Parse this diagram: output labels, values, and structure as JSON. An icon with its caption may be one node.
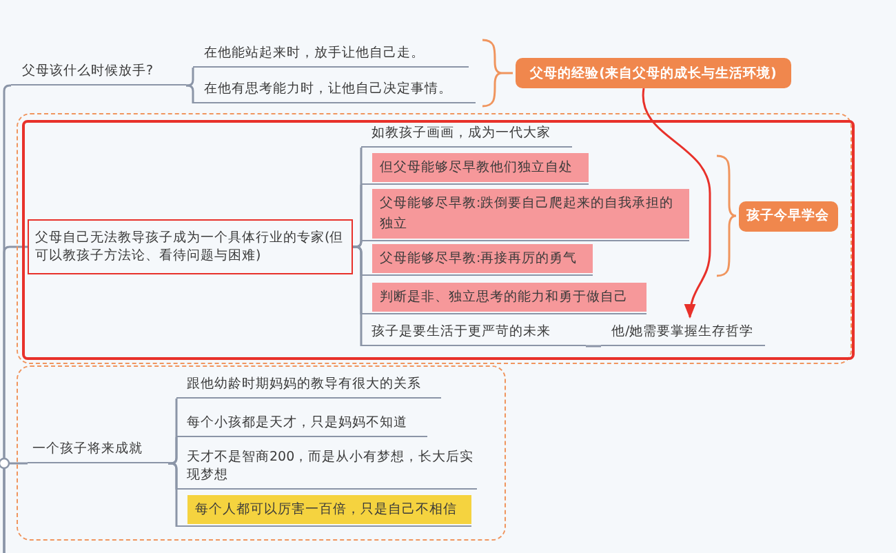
{
  "diagram": {
    "nodes": [
      {
        "text": [
          "父母该什么时候放手?"
        ]
      },
      {
        "text": [
          "在他能站起来时，放手让他自己走。"
        ]
      },
      {
        "text": [
          "在他有思考能力时，让他自己决定事情。"
        ]
      },
      {
        "text": [
          "父母的经验(来自父母的成长与生活环境)"
        ]
      },
      {
        "text": [],
        "shape": "box"
      },
      {
        "text": [],
        "shape": "box",
        "in": 4
      },
      {
        "text": [
          "父母自己无法教导孩子成为一个具体行业的专家(但可以教孩子方法论、看待问题与困难)"
        ],
        "in": 5
      },
      {
        "text": [
          "如教孩子画画，成为一代大家"
        ],
        "in": 5
      },
      {
        "text": [
          "但父母能够尽早教他们独立自处"
        ],
        "in": 5
      },
      {
        "text": [
          "父母能够尽早教:跌倒要自己爬起来的自我承担的独立"
        ],
        "in": 5
      },
      {
        "text": [
          "父母能够尽早教:再接再厉的勇气"
        ],
        "in": 5
      },
      {
        "text": [
          "判断是非、独立思考的能力和勇于做自己"
        ],
        "in": 5
      },
      {
        "text": [
          "孩子是要生活于更严苛的未来"
        ],
        "in": 5
      },
      {
        "text": [
          "他/她需要掌握生存哲学"
        ],
        "in": 5
      },
      {
        "text": [
          "孩子今早学会"
        ],
        "in": 5
      },
      {
        "text": [],
        "shape": "box"
      },
      {
        "text": [
          "一个孩子将来成就"
        ],
        "in": 15
      },
      {
        "text": [
          "跟他幼龄时期妈妈的教导有很大的关系"
        ],
        "in": 15
      },
      {
        "text": [
          "每个小孩都是天才，只是妈妈不知道"
        ],
        "in": 15
      },
      {
        "text": [
          "天才不是智商200，而是从小有梦想，长大后实现梦想"
        ],
        "in": 15
      },
      {
        "text": [
          "每个人都可以厉害一百倍，只是自己不相信"
        ],
        "in": 15
      }
    ],
    "edges": [
      {
        "from": null,
        "to": 0,
        "arrow": "none"
      },
      {
        "from": null,
        "to": 6,
        "arrow": "none"
      },
      {
        "from": null,
        "to": 16,
        "arrow": "none"
      },
      {
        "from": 0,
        "to": 1,
        "arrow": "none"
      },
      {
        "from": 0,
        "to": 2,
        "arrow": "none"
      },
      {
        "from": 6,
        "to": 7,
        "arrow": "none"
      },
      {
        "from": 6,
        "to": 8,
        "arrow": "none"
      },
      {
        "from": 6,
        "to": 9,
        "arrow": "none"
      },
      {
        "from": 6,
        "to": 10,
        "arrow": "none"
      },
      {
        "from": 6,
        "to": 11,
        "arrow": "none"
      },
      {
        "from": 6,
        "to": 12,
        "arrow": "none"
      },
      {
        "from": 12,
        "to": 13,
        "arrow": "none"
      },
      {
        "from": 3,
        "to": 13,
        "arrow": "to",
        "color": "#e8312a"
      },
      {
        "from": 16,
        "to": 17,
        "arrow": "none"
      },
      {
        "from": 16,
        "to": 18,
        "arrow": "none"
      },
      {
        "from": 16,
        "to": 19,
        "arrow": "none"
      },
      {
        "from": 16,
        "to": 20,
        "arrow": "none"
      }
    ]
  }
}
